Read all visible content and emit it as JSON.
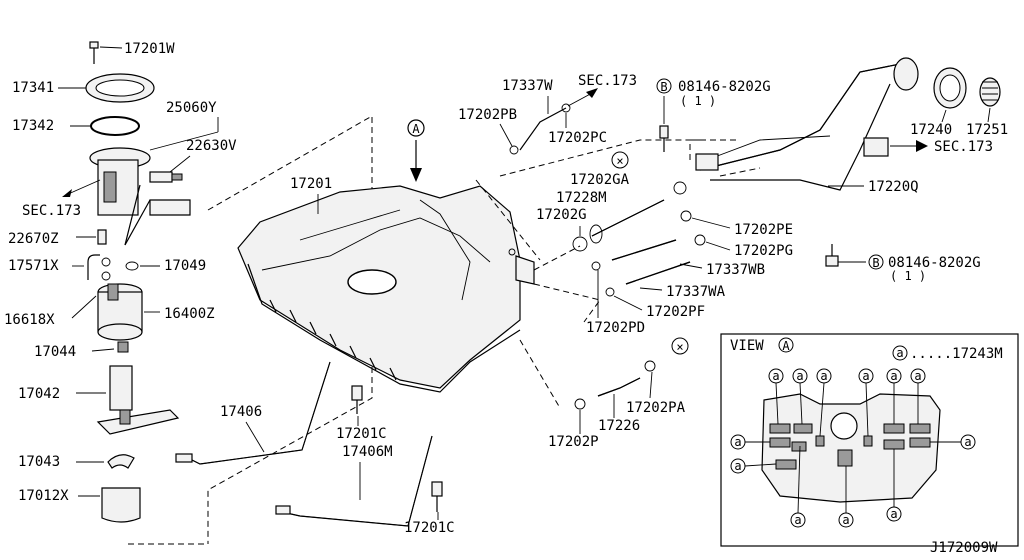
{
  "labels": {
    "p17201w": "17201W",
    "p17341": "17341",
    "p17342": "17342",
    "p25060y": "25060Y",
    "p22630v": "22630V",
    "sec173_left": "SEC.173",
    "p22670z": "22670Z",
    "p17571x": "17571X",
    "p17049": "17049",
    "p16618x": "16618X",
    "p16400z": "16400Z",
    "p17044": "17044",
    "p17042": "17042",
    "p17043": "17043",
    "p17012x": "17012X",
    "p17201": "17201",
    "p17406": "17406",
    "p17201c_a": "17201C",
    "p17406m": "17406M",
    "p17201c_b": "17201C",
    "p17337w": "17337W",
    "sec173_mid": "SEC.173",
    "p17202pb": "17202PB",
    "p17202pc": "17202PC",
    "bolt_top_code": "08146-8202G",
    "bolt_top_qty": "( 1 )",
    "p17202ga": "17202GA",
    "p17228m": "17228M",
    "p17202g": "17202G",
    "p17202pe": "17202PE",
    "p17202pg": "17202PG",
    "p17337wb": "17337WB",
    "p17337wa": "17337WA",
    "p17202pf": "17202PF",
    "p17202pd": "17202PD",
    "p17202pa": "17202PA",
    "p17226": "17226",
    "p17202p": "17202P",
    "p17240": "17240",
    "p17251": "17251",
    "sec173_right": "SEC.173",
    "p17220q": "17220Q",
    "bolt_right_code": "08146-8202G",
    "bolt_right_qty": "( 1 )",
    "view_title": "VIEW",
    "view_marker": "A",
    "view_legend": ".....17243M",
    "diagram_code": "J172009W",
    "marker_b": "B",
    "marker_a": "a",
    "marker_cross": "×"
  }
}
